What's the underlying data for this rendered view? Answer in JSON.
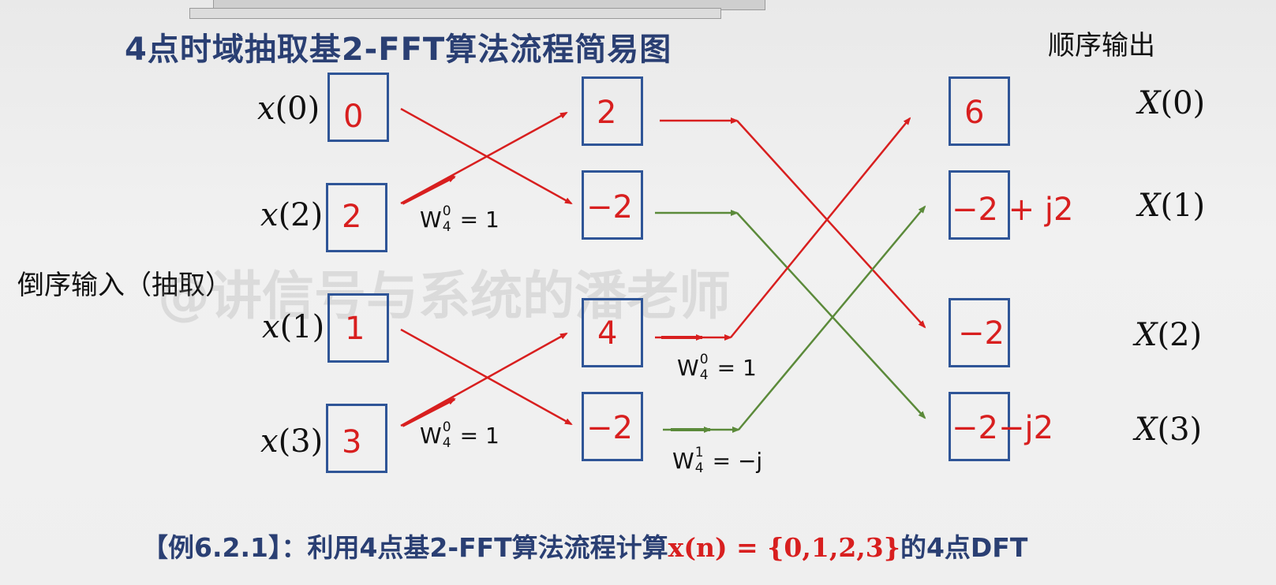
{
  "title": "4点时域抽取基2-FFT算法流程简易图",
  "output_label": "顺序输出",
  "input_label": "倒序输入（抽取）",
  "watermark": "@讲信号与系统的潘老师",
  "inputs": [
    {
      "label_pre": "x",
      "label_post": "(0)",
      "value": "0"
    },
    {
      "label_pre": "x",
      "label_post": "(2)",
      "value": "2"
    },
    {
      "label_pre": "x",
      "label_post": "(1)",
      "value": "1"
    },
    {
      "label_pre": "x",
      "label_post": "(3)",
      "value": "3"
    }
  ],
  "stage1": [
    "2",
    "−2",
    "4",
    "−2"
  ],
  "stage2": [
    "6",
    "−2 + j2",
    "−2",
    "−2−j2"
  ],
  "outputs": [
    {
      "label_pre": "X",
      "label_post": "(0)"
    },
    {
      "label_pre": "X",
      "label_post": "(1)"
    },
    {
      "label_pre": "X",
      "label_post": "(2)"
    },
    {
      "label_pre": "X",
      "label_post": "(3)"
    }
  ],
  "twiddles": [
    {
      "sup": "0",
      "rhs": "= 1"
    },
    {
      "sup": "0",
      "rhs": "= 1"
    },
    {
      "sup": "0",
      "rhs": "= 1"
    },
    {
      "sup": "1",
      "rhs": "= −j"
    }
  ],
  "twiddle_base": "W",
  "twiddle_sub": "4",
  "footer": {
    "prefix": "【例6.2.1】：利用4点基2-FFT算法流程计算",
    "formula": "x(n) = {0,1,2,3}",
    "suffix": "的4点DFT"
  },
  "colors": {
    "red": "#d81f1f",
    "green": "#5b8a3a",
    "blue": "#2f5597",
    "navy": "#2a3f73"
  }
}
